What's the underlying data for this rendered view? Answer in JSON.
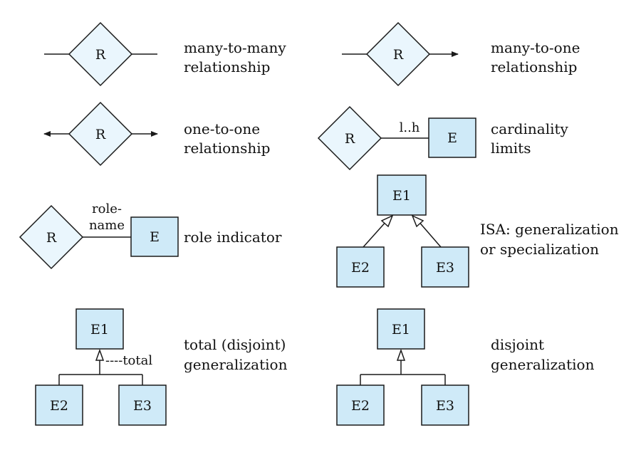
{
  "colors": {
    "diamond_fill": "#eaf6fd",
    "entity_fill": "#cfeaf8",
    "stroke": "#1a1a1a"
  },
  "legend": {
    "many_to_many": {
      "symbol": "R",
      "label_line1": "many-to-many",
      "label_line2": "relationship"
    },
    "many_to_one": {
      "symbol": "R",
      "label_line1": "many-to-one",
      "label_line2": "relationship"
    },
    "one_to_one": {
      "symbol": "R",
      "label_line1": "one-to-one",
      "label_line2": "relationship"
    },
    "cardinality": {
      "relationship": "R",
      "entity": "E",
      "limit": "l..h",
      "label_line1": "cardinality",
      "label_line2": "limits"
    },
    "role": {
      "relationship": "R",
      "entity": "E",
      "role_line1": "role-",
      "role_line2": "name",
      "label": "role indicator"
    },
    "isa": {
      "parent": "E1",
      "child1": "E2",
      "child2": "E3",
      "label_line1": "ISA: generalization",
      "label_line2": "or specialization"
    },
    "total": {
      "parent": "E1",
      "child1": "E2",
      "child2": "E3",
      "annotation": "----total",
      "label_line1": "total (disjoint)",
      "label_line2": "generalization"
    },
    "disjoint": {
      "parent": "E1",
      "child1": "E2",
      "child2": "E3",
      "label_line1": "disjoint",
      "label_line2": "generalization"
    }
  }
}
